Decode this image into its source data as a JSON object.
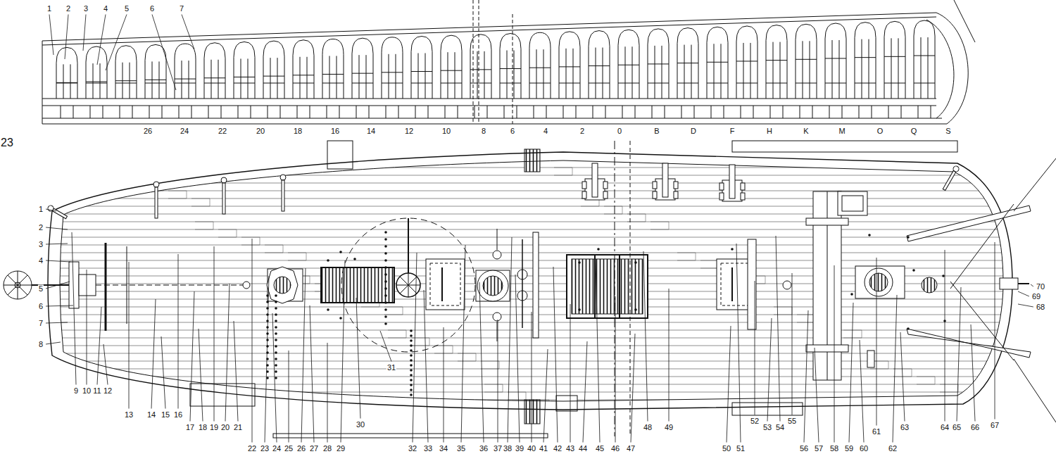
{
  "diagram": {
    "labels": [
      "23",
      "1",
      "2",
      "3",
      "4",
      "5",
      "6",
      "7",
      "26",
      "24",
      "22",
      "20",
      "18",
      "16",
      "14",
      "12",
      "10",
      "8",
      "6",
      "4",
      "2",
      "0",
      "B",
      "D",
      "F",
      "H",
      "K",
      "M",
      "O",
      "Q",
      "S",
      "1",
      "2",
      "3",
      "4",
      "5",
      "6",
      "7",
      "8",
      "9",
      "10",
      "11",
      "12",
      "13",
      "14",
      "15",
      "16",
      "17",
      "18",
      "19",
      "20",
      "21",
      "22",
      "23",
      "24",
      "25",
      "26",
      "27",
      "28",
      "29",
      "30",
      "31",
      "32",
      "33",
      "34",
      "35",
      "36",
      "37",
      "38",
      "39",
      "40",
      "41",
      "42",
      "43",
      "44",
      "45",
      "46",
      "47",
      "48",
      "49",
      "50",
      "51",
      "52",
      "53",
      "54",
      "55",
      "56",
      "57",
      "58",
      "59",
      "60",
      "61",
      "62",
      "63",
      "64",
      "65",
      "66",
      "67",
      "68",
      "69",
      "70"
    ]
  }
}
